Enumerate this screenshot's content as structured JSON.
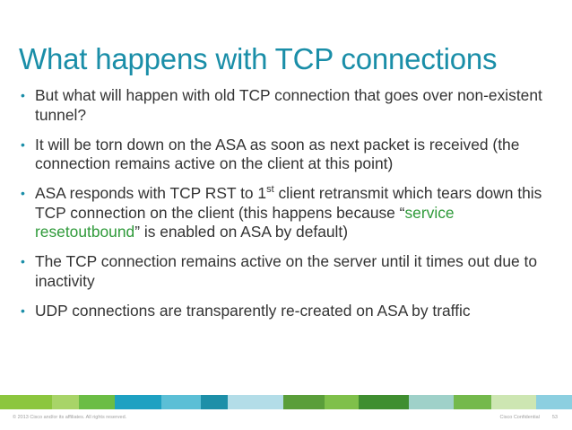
{
  "slide": {
    "title": "What happens with TCP connections"
  },
  "bullets": [
    {
      "text": "But what will happen with old TCP connection that goes over non-existent tunnel?"
    },
    {
      "text": "It will be torn down on the ASA as soon as next packet is received (the connection remains active on the client at this point)"
    },
    {
      "pre": "ASA responds with TCP RST to 1",
      "sup": "st",
      "mid": " client retransmit which tears down this TCP connection on the client (this happens because “",
      "highlight": "service resetoutbound",
      "post": "” is enabled on ASA by default)"
    },
    {
      "text": "The TCP connection remains active on the server until it times out due to inactivity"
    },
    {
      "text": "UDP connections are transparently re-created on ASA by traffic"
    }
  ],
  "footer": {
    "copyright": "© 2013 Cisco and/or its affiliates. All rights reserved.",
    "confidential": "Cisco Confidential",
    "page_number": "53"
  },
  "colors": {
    "title": "#1a8ea8",
    "highlight": "#2f9a3a",
    "stripe": [
      "#8cc63e",
      "#a8d468",
      "#6bbd45",
      "#1ea1c2",
      "#5bbfd6",
      "#1d8fa8",
      "#b3dde8",
      "#5a9e3a",
      "#7fc04a",
      "#3f8e30",
      "#9fd1c9",
      "#74b94c",
      "#cde6b2",
      "#8ccfe0"
    ]
  }
}
